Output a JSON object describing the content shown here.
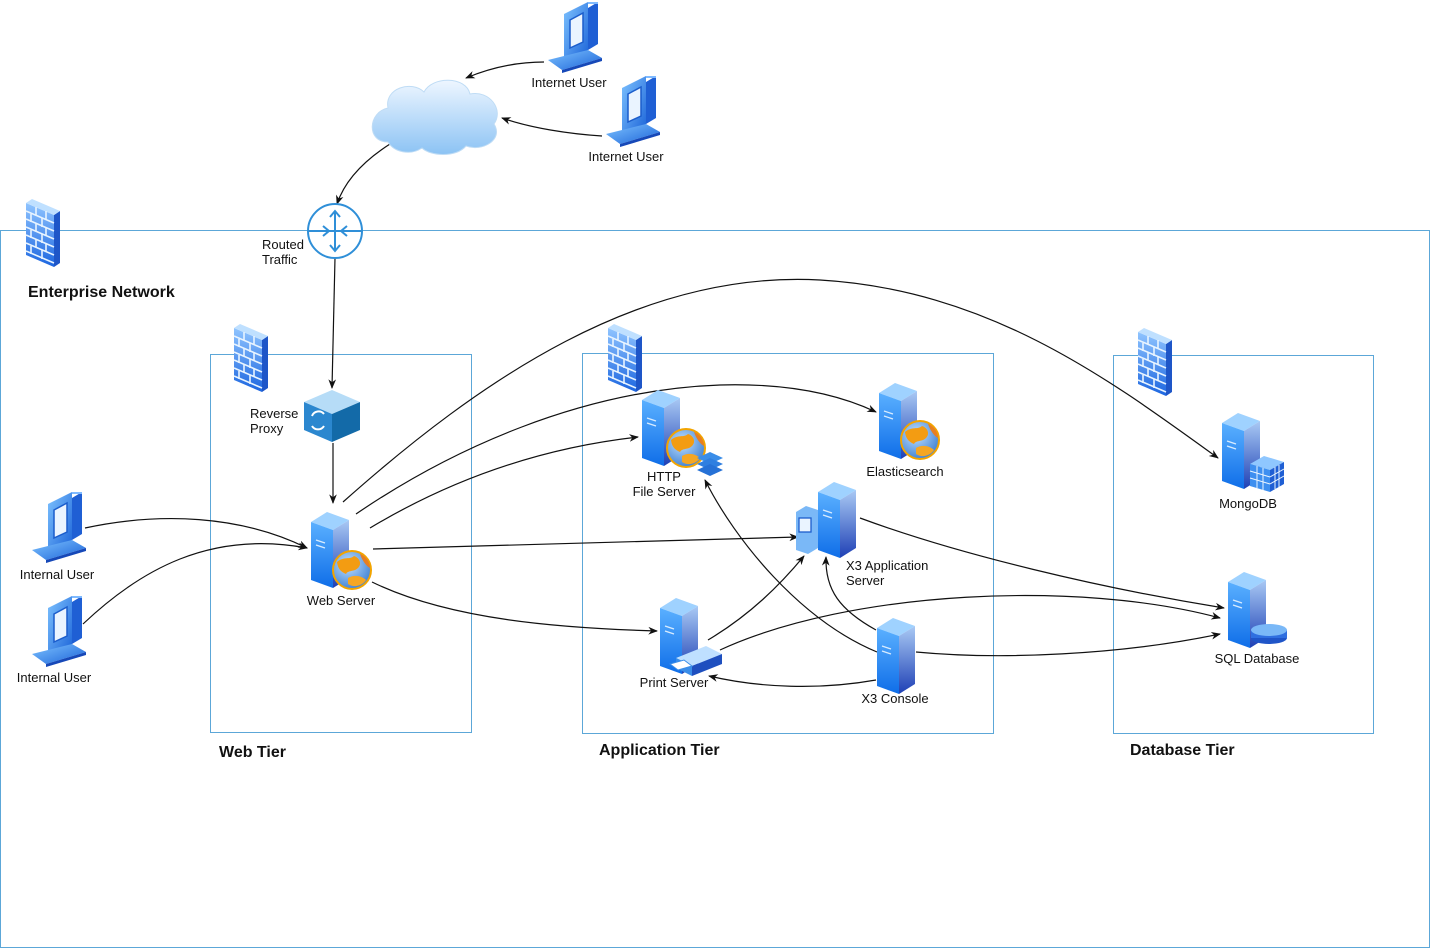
{
  "diagram": {
    "enterprise_label": "Enterprise Network",
    "tiers": {
      "web": "Web Tier",
      "application": "Application Tier",
      "database": "Database Tier"
    },
    "nodes": {
      "internet_user_1": {
        "label": "Internet User",
        "icon": "laptop-icon"
      },
      "internet_user_2": {
        "label": "Internet User",
        "icon": "laptop-icon"
      },
      "internet": {
        "label": "",
        "icon": "cloud-icon"
      },
      "router": {
        "label": "Routed\nTraffic",
        "icon": "router-icon"
      },
      "reverse_proxy": {
        "label": "Reverse\nProxy",
        "icon": "proxy-cube-icon"
      },
      "internal_user_1": {
        "label": "Internal User",
        "icon": "laptop-icon"
      },
      "internal_user_2": {
        "label": "Internal User",
        "icon": "laptop-icon"
      },
      "web_server": {
        "label": "Web Server",
        "icon": "web-server-icon"
      },
      "http_file_server": {
        "label": "HTTP\nFile Server",
        "icon": "file-server-icon"
      },
      "elasticsearch": {
        "label": "Elasticsearch",
        "icon": "web-server-icon"
      },
      "x3_app_server": {
        "label": "X3 Application\nServer",
        "icon": "application-server-icon"
      },
      "print_server": {
        "label": "Print Server",
        "icon": "print-server-icon"
      },
      "x3_console": {
        "label": "X3 Console",
        "icon": "server-icon"
      },
      "mongodb": {
        "label": "MongoDB",
        "icon": "database-server-icon"
      },
      "sql_database": {
        "label": "SQL Database",
        "icon": "database-server-icon"
      }
    },
    "firewalls": [
      "enterprise",
      "web",
      "application",
      "database"
    ],
    "edges": [
      {
        "from": "internet_user_1",
        "to": "internet"
      },
      {
        "from": "internet_user_2",
        "to": "internet"
      },
      {
        "from": "internet",
        "to": "router"
      },
      {
        "from": "router",
        "to": "reverse_proxy"
      },
      {
        "from": "reverse_proxy",
        "to": "web_server"
      },
      {
        "from": "internal_user_1",
        "to": "web_server"
      },
      {
        "from": "internal_user_2",
        "to": "web_server"
      },
      {
        "from": "web_server",
        "to": "mongodb"
      },
      {
        "from": "web_server",
        "to": "elasticsearch"
      },
      {
        "from": "web_server",
        "to": "http_file_server"
      },
      {
        "from": "web_server",
        "to": "x3_app_server"
      },
      {
        "from": "web_server",
        "to": "print_server"
      },
      {
        "from": "x3_app_server",
        "to": "sql_database"
      },
      {
        "from": "print_server",
        "to": "x3_app_server"
      },
      {
        "from": "print_server",
        "to": "sql_database"
      },
      {
        "from": "x3_console",
        "to": "http_file_server"
      },
      {
        "from": "x3_console",
        "to": "x3_app_server"
      },
      {
        "from": "x3_console",
        "to": "print_server"
      },
      {
        "from": "x3_console",
        "to": "sql_database"
      }
    ],
    "colors": {
      "container_border": "#5ca7d8",
      "icon_blue": "#2f7fe0",
      "edge": "#111111"
    }
  }
}
